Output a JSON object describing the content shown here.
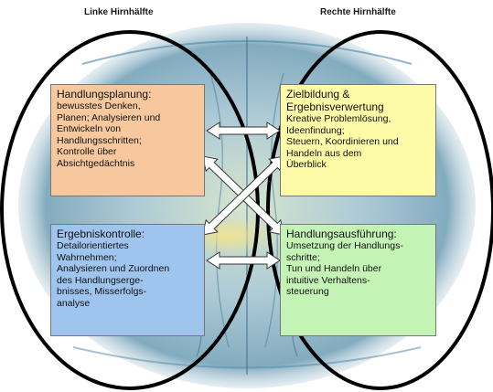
{
  "headers": {
    "left": "Linke Hirnhälfte",
    "right": "Rechte Hirnhälfte"
  },
  "boxes": {
    "top_left": {
      "title": "Handlungsplanung:",
      "body": "bewusstes Denken,\nPlanen; Analysieren und\nEntwickeln von\nHandlungsschritten;\nKontrolle über\nAbsichtgedächtnis"
    },
    "top_right": {
      "title": "Zielbildung &\nErgebnisverwertung",
      "body": "Kreative Problemlösung,\nIdeenfindung;\nSteuern, Koordinieren und\nHandeln aus dem\nÜberblick"
    },
    "bottom_left": {
      "title": "Ergebniskontrolle:",
      "body": "Detailorientiertes\nWahrnehmen;\nAnalysieren und Zuordnen\ndes Handlungserge-\nbnisses, Misserfolgs-\nanalyse"
    },
    "bottom_right": {
      "title": "Handlungsausführung:",
      "body": "Umsetzung der Handlungs-\nschritte;\nTun und Handeln über\nintuitive Verhaltens-\nsteuerung"
    }
  },
  "colors": {
    "top_left": "#f7c89e",
    "top_right": "#fdfaa8",
    "bottom_left": "#9fc4ee",
    "bottom_right": "#c4f3b6",
    "ellipse_stroke": "#000000"
  }
}
